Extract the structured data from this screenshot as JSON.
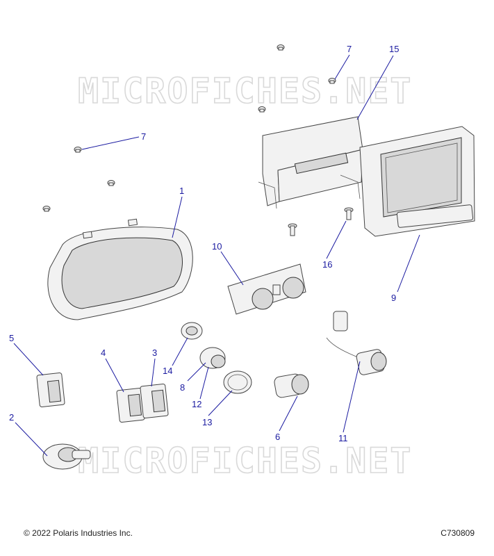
{
  "watermark": "MICROFICHES.NET",
  "copyright": "© 2022 Polaris Industries Inc.",
  "drawing_code": "C730809",
  "callouts": {
    "c1": "1",
    "c2": "2",
    "c3": "3",
    "c4": "4",
    "c5": "5",
    "c6": "6",
    "c7a": "7",
    "c7b": "7",
    "c8": "8",
    "c9": "9",
    "c10": "10",
    "c11": "11",
    "c12": "12",
    "c13": "13",
    "c14": "14",
    "c15": "15",
    "c16": "16"
  },
  "colors": {
    "callout": "#1a1aa0",
    "watermark": "#d9d9d9"
  }
}
